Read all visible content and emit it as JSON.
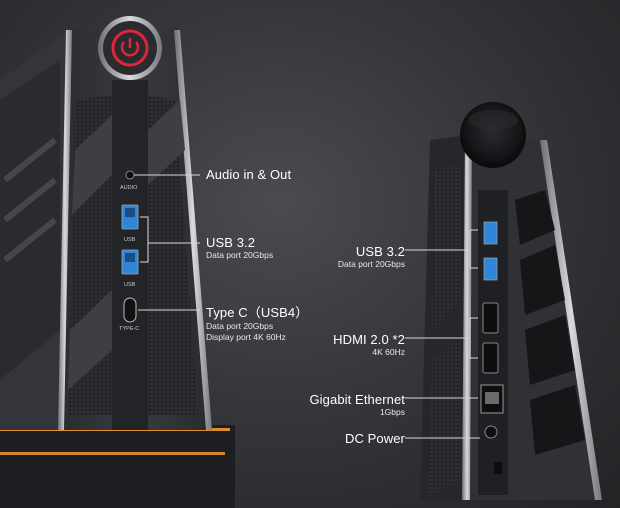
{
  "left_device": {
    "port_tags": {
      "audio": "AUDIO",
      "usb1": "USB",
      "usb2": "USB",
      "typec": "TYPE-C"
    },
    "callouts": {
      "audio": {
        "title": "Audio in & Out"
      },
      "usb": {
        "title": "USB 3.2",
        "sub": "Data port 20Gbps"
      },
      "typec": {
        "title": "Type C（USB4）",
        "sub1": "Data port 20Gbps",
        "sub2": "Display port 4K 60Hz"
      }
    }
  },
  "right_device": {
    "callouts": {
      "usb": {
        "title": "USB 3.2",
        "sub": "Data port 20Gbps"
      },
      "hdmi": {
        "title": "HDMI 2.0 *2",
        "sub": "4K 60Hz"
      },
      "ethernet": {
        "title": "Gigabit Ethernet",
        "sub": "1Gbps"
      },
      "dc": {
        "title": "DC Power"
      }
    }
  },
  "colors": {
    "accent_ring": "#e0243a",
    "usb_blue": "#2f86d8",
    "base_glow": "#f59a2c",
    "callout_line": "#d8d8d8"
  }
}
